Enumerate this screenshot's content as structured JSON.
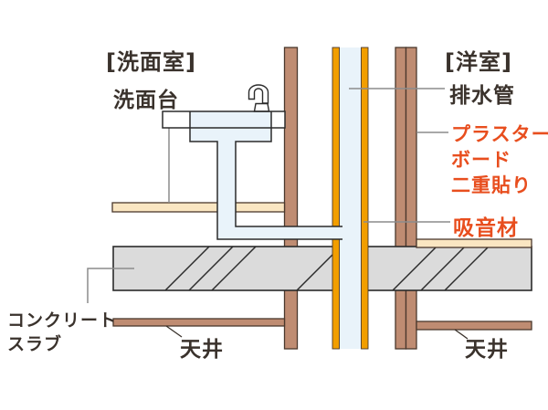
{
  "labels": {
    "washroom": "[洗面室]",
    "washstand": "洗面台",
    "western_room": "[洋室]",
    "drain_pipe": "排水管",
    "plasterboard_line1": "プラスター",
    "plasterboard_line2": "ボード",
    "plasterboard_line3": "二重貼り",
    "sound_absorber": "吸音材",
    "concrete_slab_line1": "コンクリート",
    "concrete_slab_line2": "スラブ",
    "ceiling_left": "天井",
    "ceiling_right": "天井"
  },
  "icons": {
    "faucet": "faucet-icon"
  },
  "colors": {
    "wall_brown": "#BF8C72",
    "outline_dark": "#4A382C",
    "pipe_blue": "#E9F3FA",
    "absorber_orange": "#F29E00",
    "floor_tan": "#FAE6C2",
    "slab_gray": "#DBDBDB",
    "line_black": "#2B2B2B",
    "leader_gray": "#8C8C8C",
    "text_dark": "#3A322C",
    "text_red": "#E84E1E"
  }
}
